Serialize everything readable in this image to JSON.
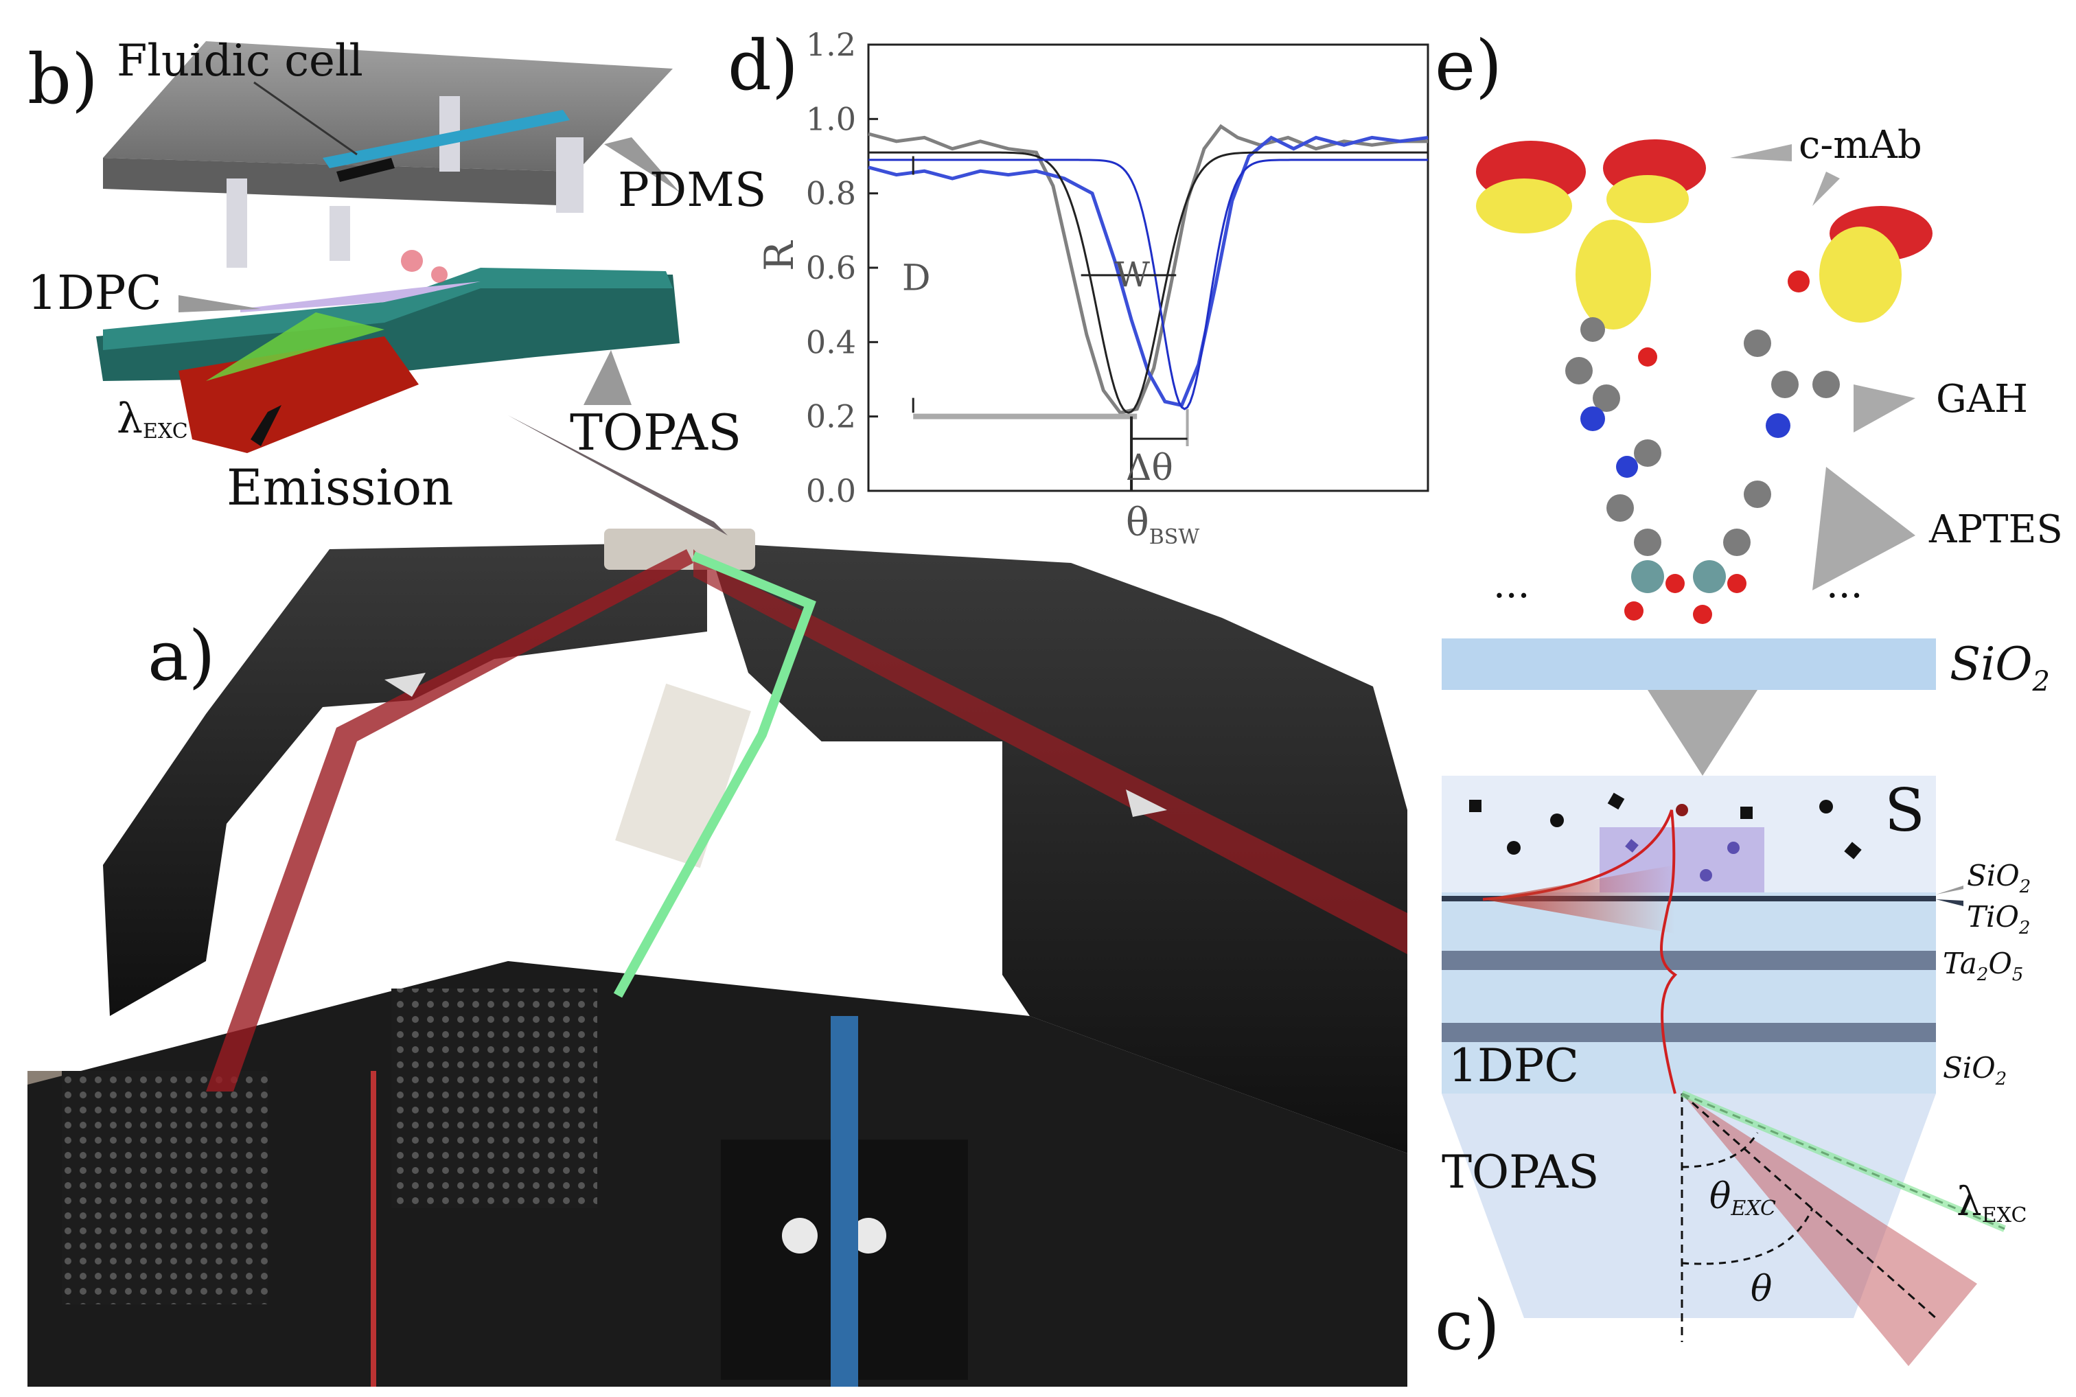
{
  "panels": {
    "a": "a)",
    "b": "b)",
    "c": "c)",
    "d": "d)",
    "e": "e)"
  },
  "panel_b": {
    "fluidic_cell": "Fluidic cell",
    "pdms": "PDMS",
    "onedpc": "1DPC",
    "lambda_exc": "λ",
    "lambda_exc_sub": "EXC",
    "topas": "TOPAS",
    "emission": "Emission"
  },
  "panel_c": {
    "s_label": "S",
    "sio2_top": "SiO",
    "sio2_top_sub": "2",
    "tio2": "TiO",
    "tio2_sub": "2",
    "ta2o5": "Ta",
    "ta2o5_sub1": "2",
    "ta2o5_mid": "O",
    "ta2o5_sub2": "5",
    "sio2_bottom": "SiO",
    "sio2_bottom_sub": "2",
    "onedpc": "1DPC",
    "topas": "TOPAS",
    "theta_exc": "θ",
    "theta_exc_sub": "EXC",
    "theta": "θ",
    "lambda_exc": "λ",
    "lambda_exc_sub": "EXC"
  },
  "panel_e": {
    "c_mab": "c-mAb",
    "gah": "GAH",
    "aptes": "APTES",
    "dots_left": "...",
    "dots_right": "...",
    "sio2": "SiO",
    "sio2_sub": "2"
  },
  "chart_data": {
    "type": "line",
    "title": "",
    "xlabel": "θ",
    "xlabel_sub": "BSW",
    "ylabel": "R",
    "ylim": [
      0.0,
      1.2
    ],
    "yticks": [
      "0.0",
      "0.2",
      "0.4",
      "0.6",
      "0.8",
      "1.0",
      "1.2"
    ],
    "x_unit": "arbitrary (angle)",
    "xlim": [
      0,
      100
    ],
    "annotations": {
      "D": "D",
      "W": "W",
      "delta_theta": "Δθ"
    },
    "colors": {
      "gray": "#808080",
      "blue": "#3b4fd8",
      "fit_black": "#222222",
      "fit_blue": "#1f2fc8"
    },
    "series": [
      {
        "color": "gray",
        "x": [
          0,
          5,
          10,
          15,
          20,
          25,
          30,
          33,
          36,
          39,
          42,
          45,
          48,
          51,
          54,
          57,
          60,
          63,
          66,
          70,
          75,
          80,
          85,
          90,
          95,
          100
        ],
        "y": [
          0.96,
          0.94,
          0.95,
          0.92,
          0.94,
          0.92,
          0.91,
          0.82,
          0.62,
          0.42,
          0.27,
          0.21,
          0.22,
          0.33,
          0.55,
          0.78,
          0.92,
          0.98,
          0.95,
          0.93,
          0.95,
          0.92,
          0.94,
          0.93,
          0.94,
          0.94
        ]
      },
      {
        "color": "blue",
        "x": [
          0,
          5,
          10,
          15,
          20,
          25,
          30,
          35,
          40,
          44,
          47,
          50,
          53,
          56,
          59,
          62,
          65,
          68,
          72,
          76,
          80,
          85,
          90,
          95,
          100
        ],
        "y": [
          0.87,
          0.85,
          0.86,
          0.84,
          0.86,
          0.85,
          0.86,
          0.84,
          0.8,
          0.62,
          0.46,
          0.32,
          0.24,
          0.23,
          0.34,
          0.55,
          0.78,
          0.9,
          0.95,
          0.92,
          0.95,
          0.93,
          0.95,
          0.94,
          0.95
        ]
      },
      {
        "color": "fit_black",
        "center": 46.5,
        "width": 8.0,
        "baseline": 0.91,
        "min": 0.21
      },
      {
        "color": "fit_blue",
        "center": 56.5,
        "width": 6.0,
        "baseline": 0.89,
        "min": 0.22
      }
    ]
  },
  "colors": {
    "laser_red": "#9b1c22",
    "laser_green": "#7ee89a",
    "panel_c_blue": "#c9def1",
    "panel_c_dark": "#6e7d97",
    "topas_blue": "#d9e4f4",
    "sio2_bar": "#b9d5ef"
  }
}
